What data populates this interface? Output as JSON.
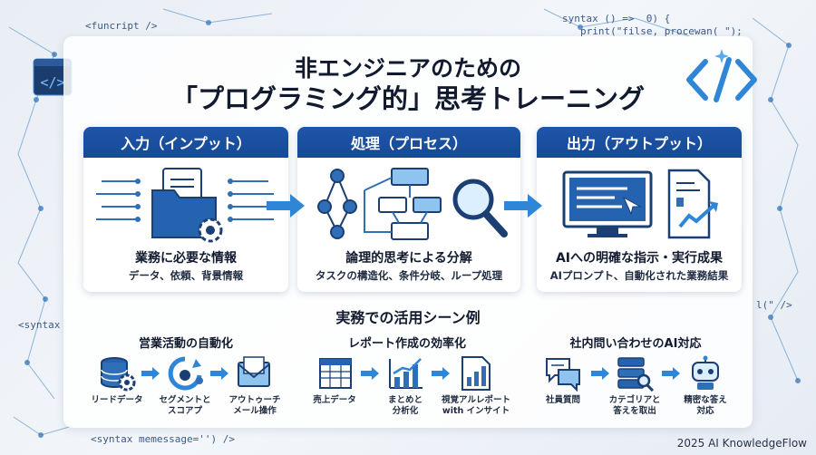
{
  "background_code": {
    "top_left": "<funcript />",
    "top_right_1": "syntax () =>  0) {",
    "top_right_2": "print(\"filse, procewan( \");",
    "mid_left": "<syntax",
    "mid_right": "l(\" />",
    "bottom": "<syntax memessage='') />"
  },
  "title": {
    "line1": "非エンジニアのための",
    "line2": "「プログラミング的」思考トレーニング"
  },
  "panels": [
    {
      "header": "入力（インプット）",
      "main": "業務に必要な情報",
      "sub": "データ、依頼、背景情報",
      "icon": "folder-gear-icon"
    },
    {
      "header": "処理（プロセス）",
      "main": "論理的思考による分解",
      "sub": "タスクの構造化、条件分岐、ループ処理",
      "icon": "flowchart-magnifier-icon"
    },
    {
      "header": "出力（アウトプット）",
      "main": "AIへの明確な指示・実行成果",
      "sub": "AIプロンプト、自動化された業務結果",
      "icon": "monitor-report-icon"
    }
  ],
  "scenes_title": "実務での活用シーン例",
  "scenes": [
    {
      "title": "営業活動の自動化",
      "steps": [
        {
          "label": "リードデータ",
          "icon": "database-gear-icon"
        },
        {
          "label": "セグメントと スコアプ",
          "icon": "segment-cycle-icon"
        },
        {
          "label": "アウトゥーチ メール操作",
          "icon": "email-icon"
        }
      ]
    },
    {
      "title": "レポート作成の効率化",
      "steps": [
        {
          "label": "売上データ",
          "icon": "spreadsheet-icon"
        },
        {
          "label": "まとめと 分析化",
          "icon": "bar-chart-icon"
        },
        {
          "label": "視覚アルレポート with インサイト",
          "icon": "report-chart-icon"
        }
      ]
    },
    {
      "title": "社内問い合わせのAI対応",
      "steps": [
        {
          "label": "社員質問",
          "icon": "chat-bubbles-icon"
        },
        {
          "label": "カテゴリアと 答えを取出",
          "icon": "server-search-icon"
        },
        {
          "label": "精密な答え 対応",
          "icon": "robot-icon"
        }
      ]
    }
  ],
  "footer": "2025 AI KnowledgeFlow",
  "colors": {
    "primary": "#1f55a8",
    "accent": "#2f86d6",
    "dark": "#111a2e"
  }
}
